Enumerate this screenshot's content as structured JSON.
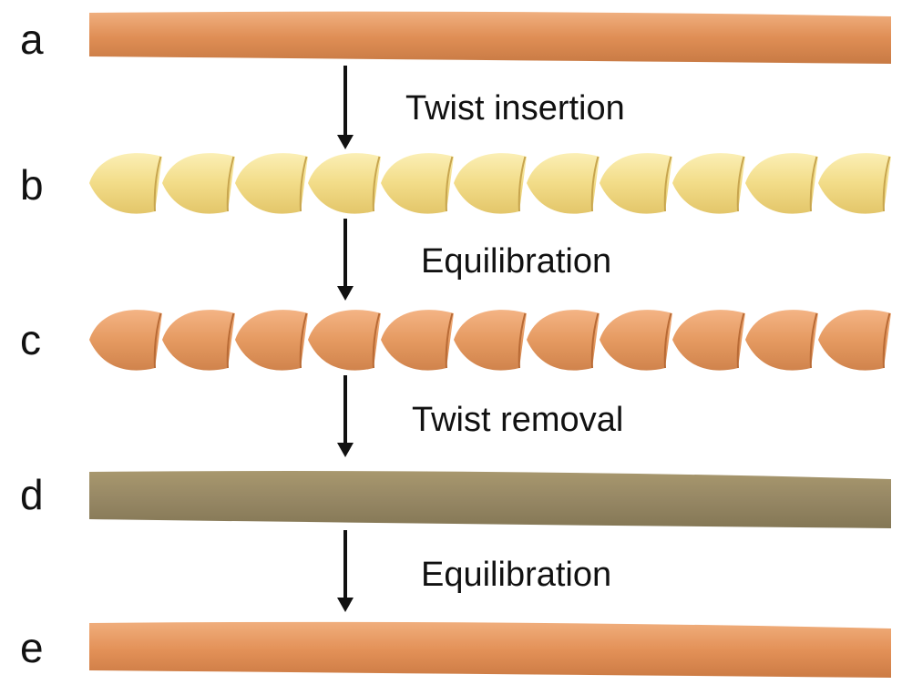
{
  "panels": [
    {
      "label": "a",
      "state": "straight",
      "color": "#e0915a"
    },
    {
      "label": "b",
      "state": "twisted",
      "color": "#f2dd8a"
    },
    {
      "label": "c",
      "state": "twisted",
      "color": "#e59a61"
    },
    {
      "label": "d",
      "state": "straight",
      "color": "#9a8a62"
    },
    {
      "label": "e",
      "state": "straight",
      "color": "#e39158"
    }
  ],
  "steps": [
    {
      "label": "Twist insertion"
    },
    {
      "label": "Equilibration"
    },
    {
      "label": "Twist removal"
    },
    {
      "label": "Equilibration"
    }
  ],
  "arrow_color": "#111111"
}
